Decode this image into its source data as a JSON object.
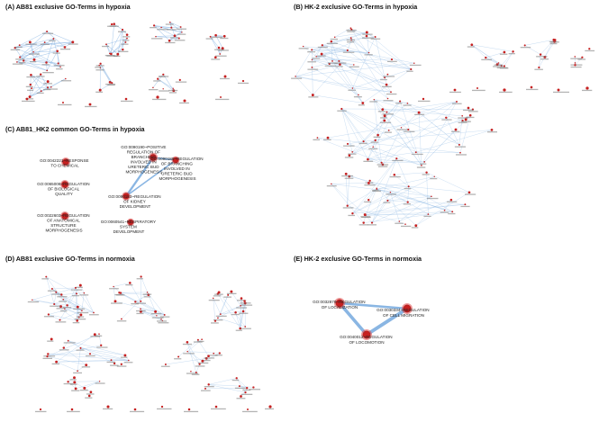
{
  "panels": {
    "A": {
      "title": "(A) AB81 exclusive GO-Terms in hypoxia"
    },
    "B": {
      "title": "(B) HK-2 exclusive GO-Terms in hypoxia"
    },
    "C": {
      "title": "(C) AB81_HK2 common GO-Terms in hypoxia",
      "nodes": [
        {
          "lines": [
            "GO:0090190~POSITIVE",
            "REGULATION OF",
            "BRANCHING",
            "INVOLVED IN",
            "URETERIC BUD",
            "MORPHOGENESIS"
          ]
        },
        {
          "lines": [
            "GO:0042221~RESPONSE",
            "TO CHEMICAL"
          ]
        },
        {
          "lines": [
            "GO:0090189~REGULATION",
            "OF BRANCHING",
            "INVOLVED IN",
            "URETERIC BUD",
            "MORPHOGENESIS"
          ]
        },
        {
          "lines": [
            "GO:0065008~REGULATION",
            "OF BIOLOGICAL",
            "QUALITY"
          ]
        },
        {
          "lines": [
            "GO:0090183~REGULATION",
            "OF KIDNEY",
            "DEVELOPMENT"
          ]
        },
        {
          "lines": [
            "GO:0022603~REGULATION",
            "OF ANATOMICAL",
            "STRUCTURE",
            "MORPHOGENESIS"
          ]
        },
        {
          "lines": [
            "GO:0060541~RESPIRATORY",
            "SYSTEM",
            "DEVELOPMENT"
          ]
        }
      ]
    },
    "D": {
      "title": "(D) AB81 exclusive GO-Terms in normoxia"
    },
    "E": {
      "title": "(E) HK-2 exclusive GO-Terms in normoxia",
      "nodes": [
        {
          "lines": [
            "GO:0032879~REGULATION",
            "OF LOCALIZATION"
          ]
        },
        {
          "lines": [
            "GO:0030334~REGULATION",
            "OF CELL MIGRATION"
          ]
        },
        {
          "lines": [
            "GO:0040012~REGULATION",
            "OF LOCOMOTION"
          ]
        }
      ]
    }
  },
  "colors": {
    "edge": "#8ab6e3",
    "node": "#c62020",
    "title": "#111111"
  }
}
